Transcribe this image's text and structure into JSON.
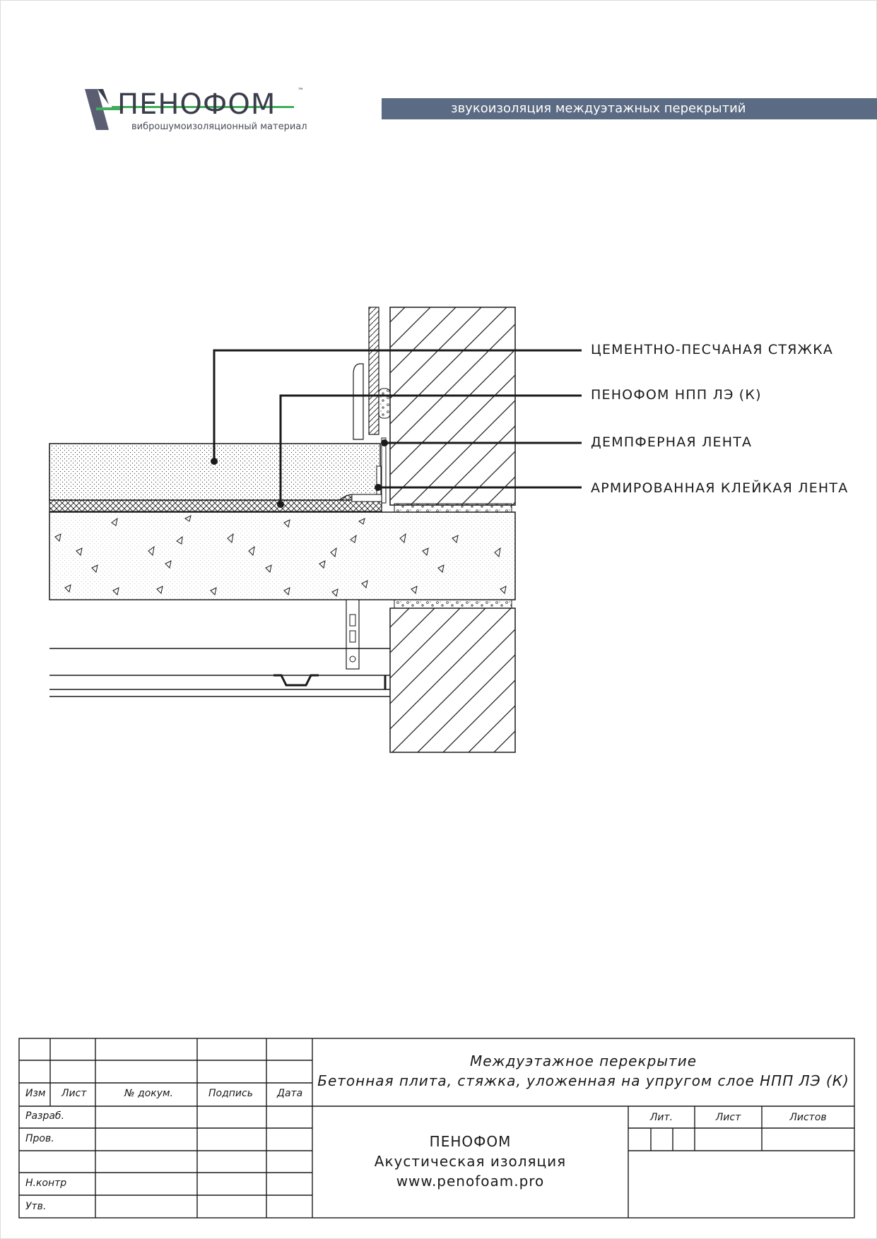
{
  "header": {
    "logo": {
      "name": "ПЕНОФОМ",
      "tagline": "виброшумоизоляционный материал",
      "trademark": "™"
    },
    "banner_text": "звукоизоляция междуэтажных перекрытий"
  },
  "colors": {
    "banner": "#5b6b83",
    "logo_stripe": "#3fae5a",
    "logo_dark": "#3a3d4a",
    "logo_mark": "#5b5e72",
    "line": "#1a1a1a"
  },
  "callouts": [
    "ЦЕМЕНТНО-ПЕСЧАНАЯ СТЯЖКА",
    "ПЕНОФОМ НПП ЛЭ (К)",
    "ДЕМПФЕРНАЯ ЛЕНТА",
    "АРМИРОВАННАЯ КЛЕЙКАЯ ЛЕНТА"
  ],
  "stamp": {
    "columns": {
      "izm": "Изм",
      "list": "Лист",
      "doc_no": "№ докум.",
      "signature": "Подпись",
      "date": "Дата"
    },
    "roles": [
      "Разраб.",
      "Пров.",
      "",
      "Н.контр",
      "Утв."
    ],
    "title_line1": "Междуэтажное перекрытие",
    "title_line2": "Бетонная плита, стяжка, уложенная на упругом слое НПП ЛЭ (К)",
    "org_line1": "ПЕНОФОМ",
    "org_line2": "Акустическая изоляция",
    "org_line3": "www.penofoam.pro",
    "lit": "Лит.",
    "sheet": "Лист",
    "sheets": "Листов"
  }
}
